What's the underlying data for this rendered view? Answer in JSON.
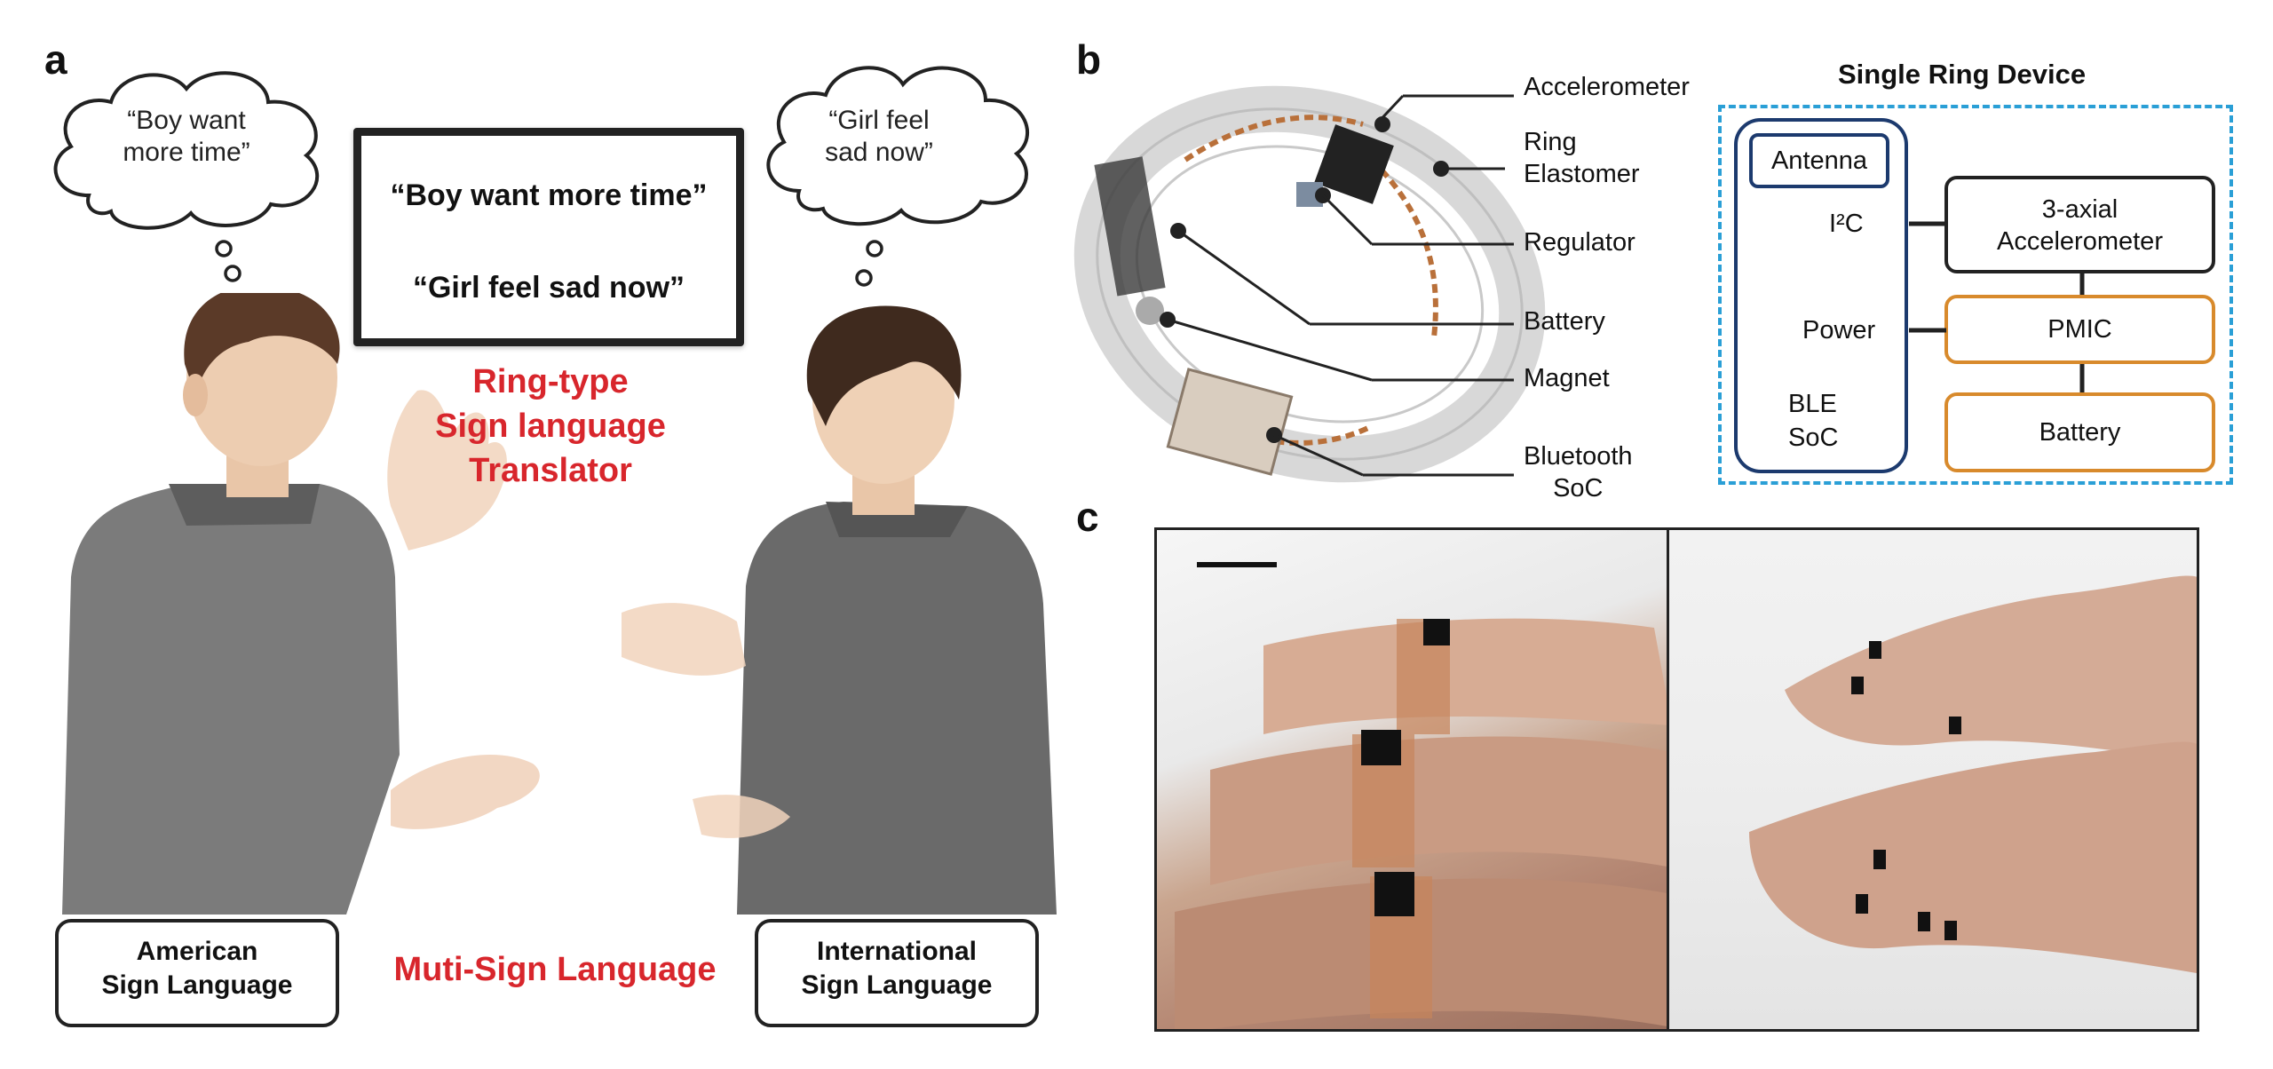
{
  "panels": {
    "a": "a",
    "b": "b",
    "c": "c"
  },
  "panel_a": {
    "left_bubble": [
      "“Boy want",
      "more time”"
    ],
    "right_bubble": [
      "“Girl feel",
      "sad now”"
    ],
    "board_lines": [
      "“Boy want more time”",
      "“Girl feel sad now”"
    ],
    "title_lines": [
      "Ring-type",
      "Sign language",
      "Translator"
    ],
    "left_box": [
      "American",
      "Sign Language"
    ],
    "right_box": [
      "International",
      "Sign Language"
    ],
    "multi_label": "Muti-Sign Language"
  },
  "panel_b": {
    "callouts": {
      "accelerometer": "Accelerometer",
      "ring_elastomer": [
        "Ring",
        "Elastomer"
      ],
      "regulator": "Regulator",
      "battery": "Battery",
      "magnet": "Magnet",
      "bluetooth_soc": [
        "Bluetooth",
        "SoC"
      ]
    },
    "diagram": {
      "title": "Single Ring Device",
      "antenna": "Antenna",
      "i2c": "I²C",
      "power": "Power",
      "ble_soc": [
        "BLE",
        "SoC"
      ],
      "accelerometer": [
        "3-axial",
        "Accelerometer"
      ],
      "pmic": "PMIC",
      "battery": "Battery",
      "colors": {
        "dashed_border": "#2a9fd6",
        "soc_border": "#1c3a6e",
        "power_border": "#d88a2c"
      }
    }
  }
}
